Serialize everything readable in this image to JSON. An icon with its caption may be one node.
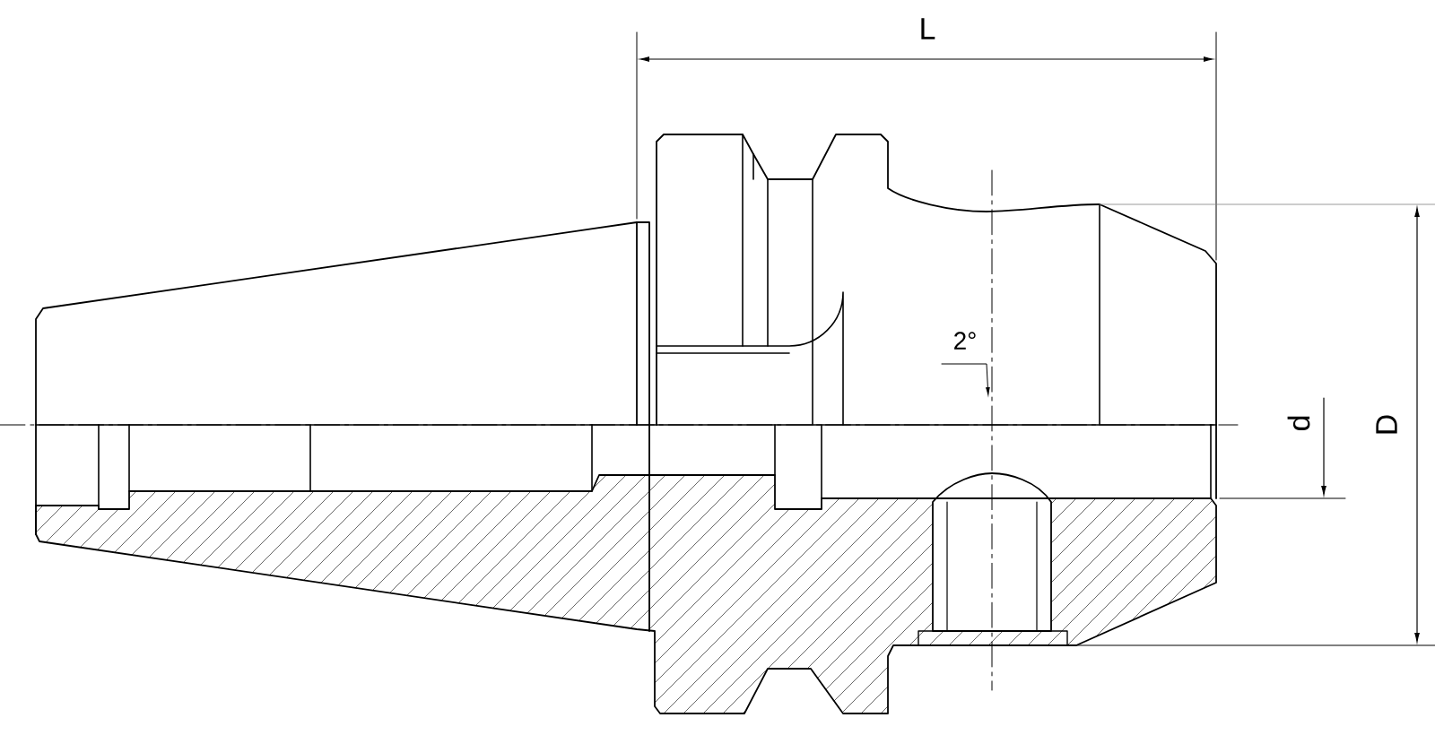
{
  "diagram": {
    "labels": [
      "L",
      "2°",
      "d",
      "D"
    ]
  }
}
